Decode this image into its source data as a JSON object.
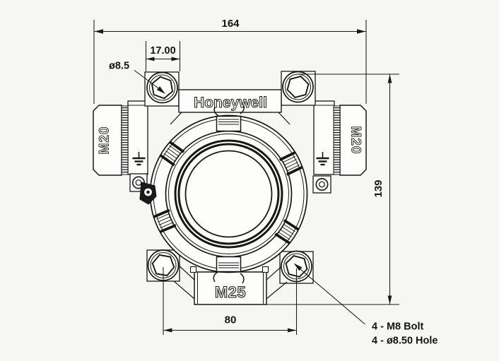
{
  "page": {
    "background": "#f6f6f3",
    "line_color": "#171717"
  },
  "drawing": {
    "brand_label": "Honeywell",
    "entries": {
      "left_gland": "M20",
      "right_gland": "M20",
      "bottom_gland": "M25"
    },
    "dimensions": {
      "overall_width": "164",
      "bolt_hole_offset": "17.00",
      "top_hole_diameter": "ø8.5",
      "overall_height": "139",
      "bolt_spacing": "80"
    },
    "notes": {
      "bolt_note": "4 - M8 Bolt",
      "hole_note": "4 - ø8.50 Hole"
    }
  }
}
